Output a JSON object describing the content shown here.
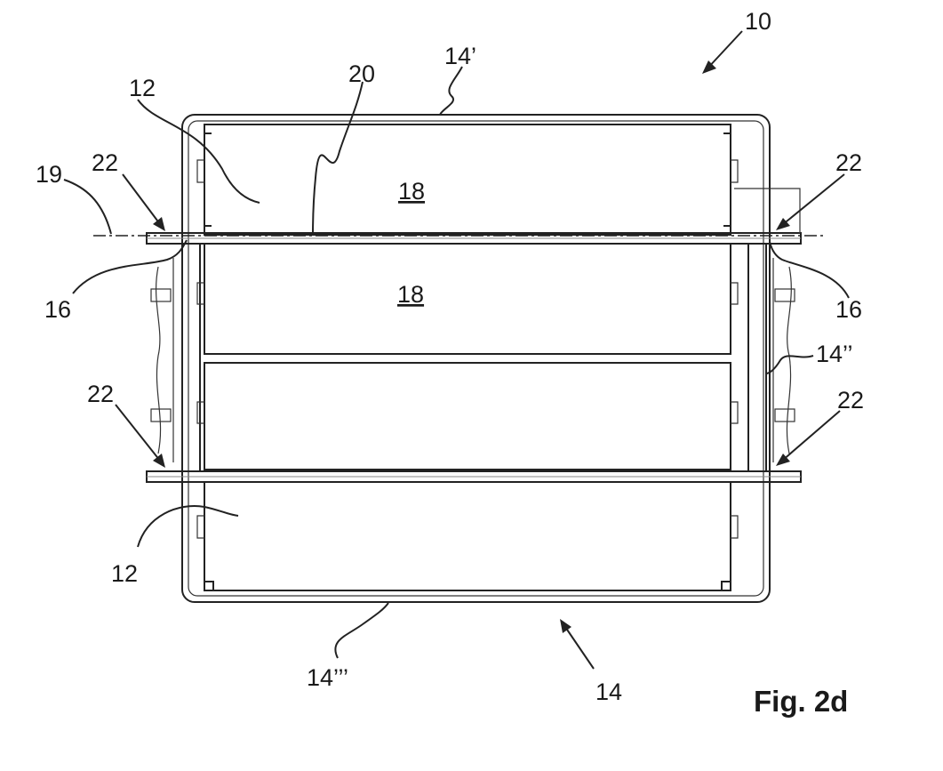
{
  "figure": {
    "caption": "Fig. 2d",
    "labels": {
      "ref_10": "10",
      "ref_12_top": "12",
      "ref_12_bottom": "12",
      "ref_14_prime": "14’",
      "ref_14_double_prime": "14’’",
      "ref_14_triple_prime": "14’’’",
      "ref_14": "14",
      "ref_16_left": "16",
      "ref_16_right": "16",
      "ref_18_upper": "18",
      "ref_18_lower": "18",
      "ref_19": "19",
      "ref_20": "20",
      "ref_22_top_left": "22",
      "ref_22_top_right": "22",
      "ref_22_bottom_left": "22",
      "ref_22_bottom_right": "22"
    }
  }
}
